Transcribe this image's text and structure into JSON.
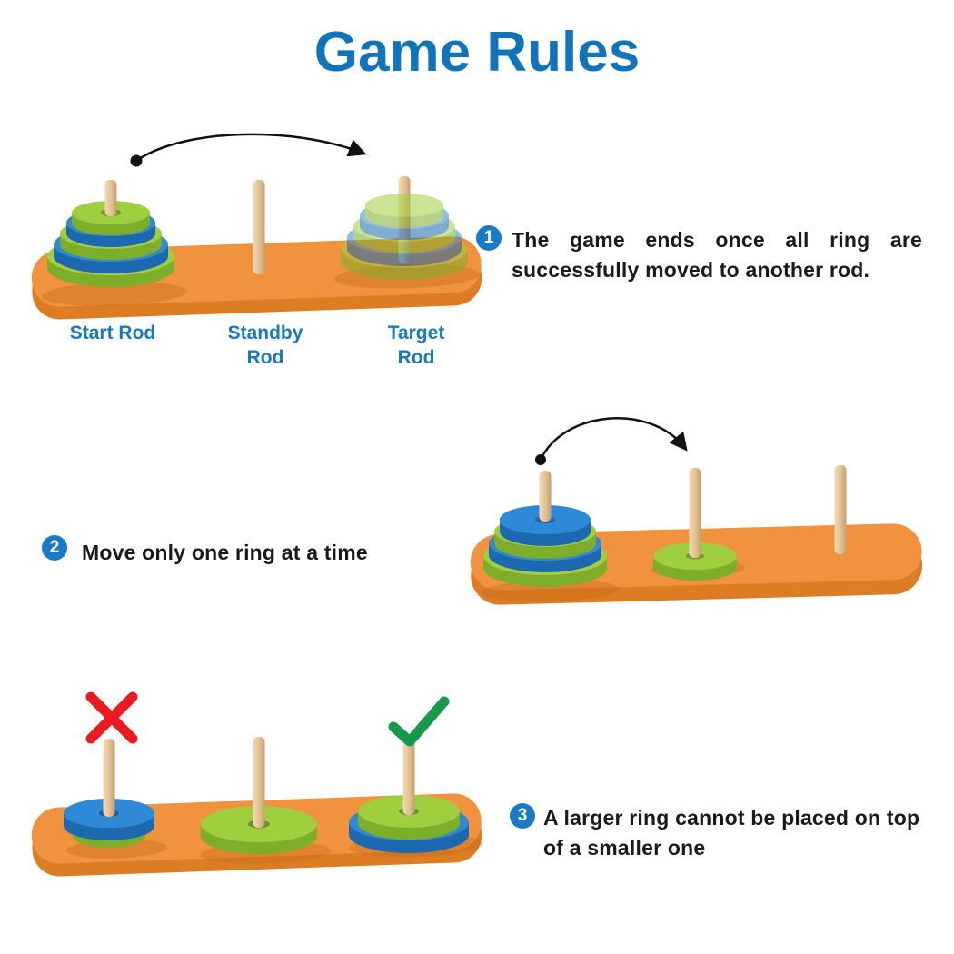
{
  "title": "Game Rules",
  "diagram1": {
    "rod_labels": [
      {
        "line1": "Start Rod",
        "line2": ""
      },
      {
        "line1": "Standby",
        "line2": "Rod"
      },
      {
        "line1": "Target",
        "line2": "Rod"
      }
    ],
    "start_stack_rings_top_to_bottom": [
      "green",
      "blue",
      "green",
      "blue",
      "green"
    ],
    "target_stack_style": "translucent-ghost"
  },
  "diagram2": {
    "left_stack_rings_top_to_bottom": [
      "blue",
      "green",
      "blue",
      "green"
    ],
    "middle_rod_rings": [
      "green"
    ],
    "right_rod_rings": []
  },
  "diagram3": {
    "left_rod": {
      "rings_top_to_bottom": [
        "blue-large",
        "green-small"
      ],
      "verdict": "invalid"
    },
    "middle_rod": {
      "rings_top_to_bottom": [
        "green-large"
      ],
      "verdict": "none"
    },
    "right_rod": {
      "rings_top_to_bottom": [
        "green-small",
        "blue-large"
      ],
      "verdict": "valid"
    }
  },
  "rules": [
    {
      "number": "1",
      "line1": "The game ends once all ring are",
      "line2": "successfully moved to another rod."
    },
    {
      "number": "2",
      "line1": "Move only one ring at a time",
      "line2": ""
    },
    {
      "number": "3",
      "line1": "A larger ring cannot be placed on top",
      "line2": "of a smaller one"
    }
  ],
  "icons": {
    "move_arrow": "curved-black-arrow",
    "invalid": "red-cross",
    "valid": "green-check"
  },
  "colors": {
    "title_blue": "#1074BC",
    "label_blue": "#1779BE",
    "badge_blue": "#1B7AC5",
    "base_orange": "#F1923E",
    "base_edge_orange": "#DC7D23",
    "ring_green": "#9FCE3E",
    "ring_blue": "#2E8AD7",
    "rod_tan": "#E2C092",
    "cross_red": "#EC1B23",
    "check_green": "#17994C",
    "text_black": "#1A1A1A"
  }
}
